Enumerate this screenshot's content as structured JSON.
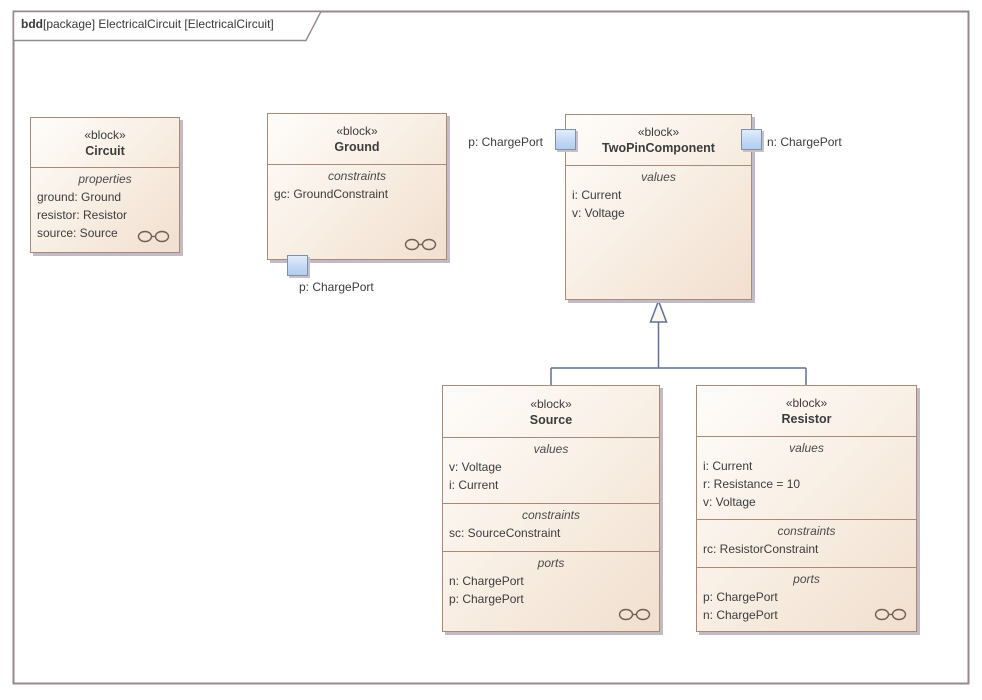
{
  "frame": {
    "keyword": "bdd",
    "label": "[package] ElectricalCircuit [ElectricalCircuit]"
  },
  "colors": {
    "frame_border": "#96898c",
    "block_border": "#a98a77",
    "block_fill_light": "#fefdfb",
    "block_fill_dark": "#f1dfce",
    "block_shadow": "#c2bbc5",
    "port_fill": "#c2d7f3",
    "port_border": "#7f90a9",
    "generalization_line": "#5e7094",
    "text": "#3c3c3c"
  },
  "blocks": {
    "circuit": {
      "stereotype": "«block»",
      "name": "Circuit",
      "compartments": [
        {
          "label": "properties",
          "items": [
            "ground: Ground",
            "resistor: Resistor",
            "source: Source"
          ]
        }
      ]
    },
    "ground": {
      "stereotype": "«block»",
      "name": "Ground",
      "compartments": [
        {
          "label": "constraints",
          "items": [
            "gc: GroundConstraint"
          ]
        }
      ],
      "port_label": "p: ChargePort"
    },
    "twopin": {
      "stereotype": "«block»",
      "name": "TwoPinComponent",
      "compartments": [
        {
          "label": "values",
          "items": [
            "i: Current",
            "v: Voltage"
          ]
        }
      ],
      "left_port_label": "p: ChargePort",
      "right_port_label": "n: ChargePort"
    },
    "source": {
      "stereotype": "«block»",
      "name": "Source",
      "compartments": [
        {
          "label": "values",
          "items": [
            "v: Voltage",
            "i: Current"
          ]
        },
        {
          "label": "constraints",
          "items": [
            "sc: SourceConstraint"
          ]
        },
        {
          "label": "ports",
          "items": [
            "n: ChargePort",
            "p: ChargePort"
          ]
        }
      ]
    },
    "resistor": {
      "stereotype": "«block»",
      "name": "Resistor",
      "compartments": [
        {
          "label": "values",
          "items": [
            "i: Current",
            "r: Resistance = 10",
            "v: Voltage"
          ]
        },
        {
          "label": "constraints",
          "items": [
            "rc: ResistorConstraint"
          ]
        },
        {
          "label": "ports",
          "items": [
            "p: ChargePort",
            "n: ChargePort"
          ]
        }
      ]
    }
  }
}
